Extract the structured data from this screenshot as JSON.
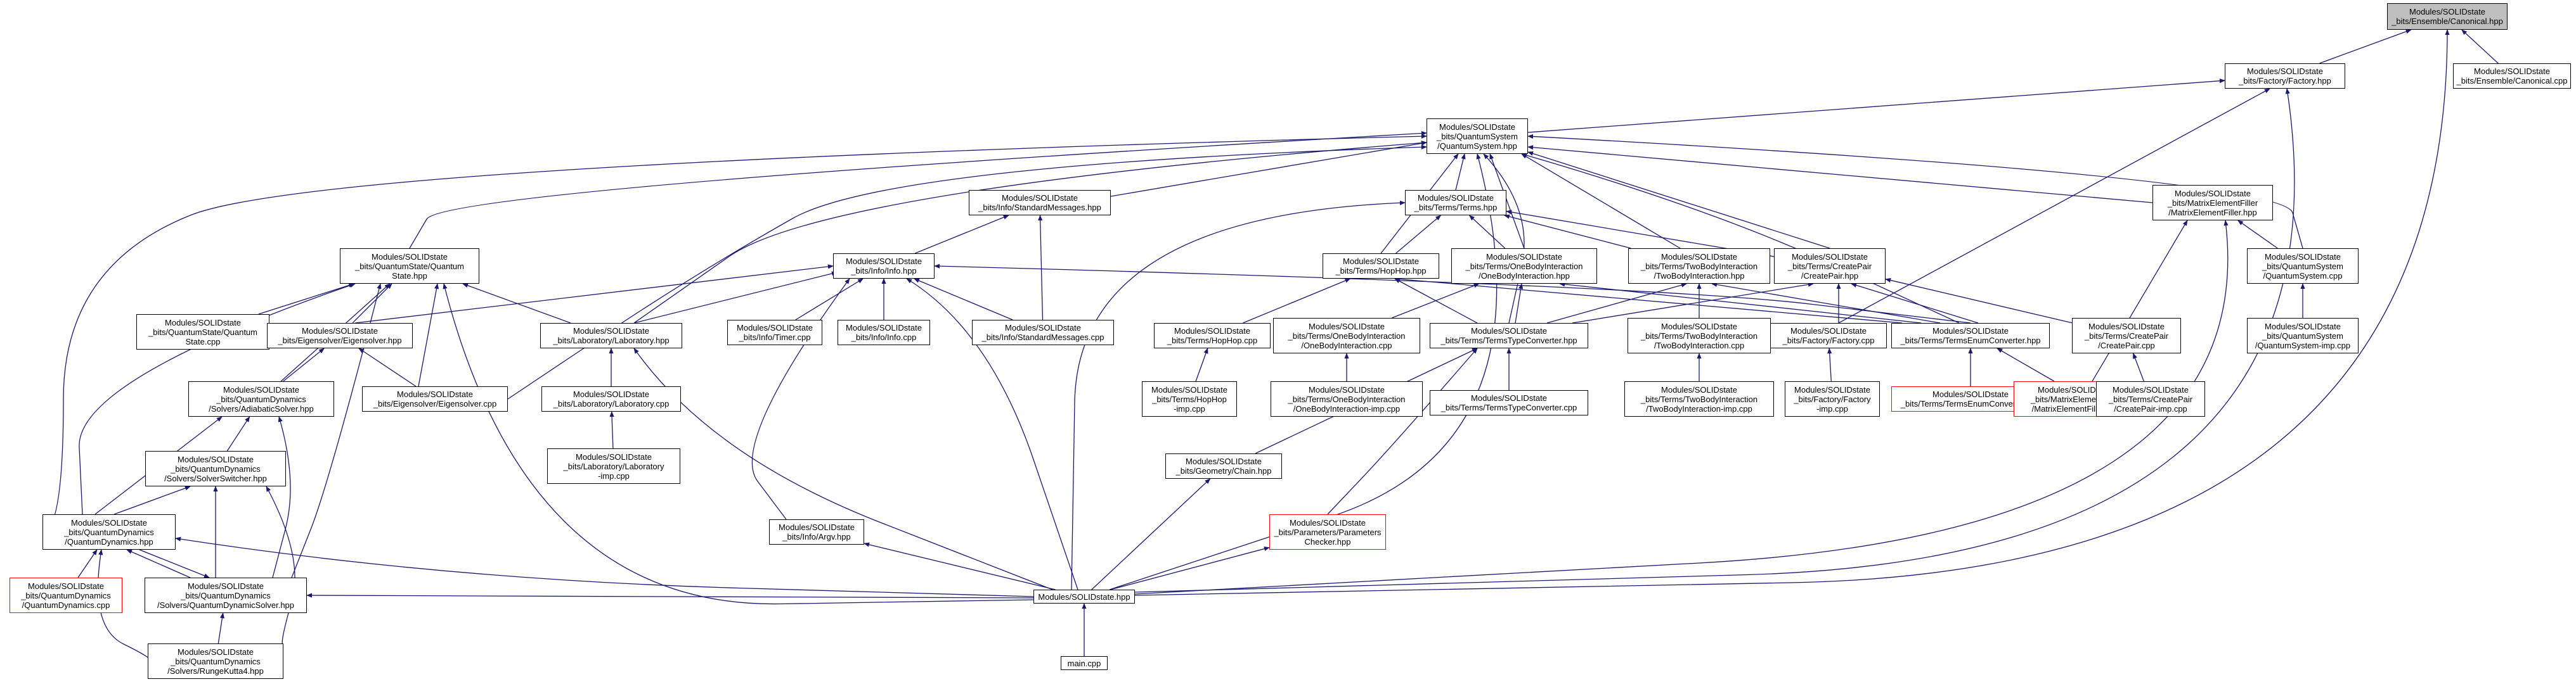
{
  "graph": {
    "edge_color": "#191970",
    "root_fill": "#bfbfbf",
    "missing_border_color": "#ff0000",
    "nodes": [
      {
        "id": "canonical_hpp",
        "label": "Modules/SOLIDstate\n_bits/Ensemble/Canonical.hpp",
        "style": "root"
      },
      {
        "id": "factory_hpp",
        "label": "Modules/SOLIDstate\n_bits/Factory/Factory.hpp",
        "style": "normal"
      },
      {
        "id": "canonical_cpp",
        "label": "Modules/SOLIDstate\n_bits/Ensemble/Canonical.cpp",
        "style": "normal"
      },
      {
        "id": "qsystem_hpp",
        "label": "Modules/SOLIDstate\n_bits/QuantumSystem\n/QuantumSystem.hpp",
        "style": "normal"
      },
      {
        "id": "stdmsg_hpp",
        "label": "Modules/SOLIDstate\n_bits/Info/StandardMessages.hpp",
        "style": "normal"
      },
      {
        "id": "terms_hpp",
        "label": "Modules/SOLIDstate\n_bits/Terms/Terms.hpp",
        "style": "normal"
      },
      {
        "id": "mef_hpp",
        "label": "Modules/SOLIDstate\n_bits/MatrixElementFiller\n/MatrixElementFiller.hpp",
        "style": "normal"
      },
      {
        "id": "qstate_hpp",
        "label": "Modules/SOLIDstate\n_bits/QuantumState/Quantum\nState.hpp",
        "style": "normal"
      },
      {
        "id": "info_hpp",
        "label": "Modules/SOLIDstate\n_bits/Info/Info.hpp",
        "style": "normal"
      },
      {
        "id": "hophop_hpp",
        "label": "Modules/SOLIDstate\n_bits/Terms/HopHop.hpp",
        "style": "normal"
      },
      {
        "id": "obi_hpp",
        "label": "Modules/SOLIDstate\n_bits/Terms/OneBodyInteraction\n/OneBodyInteraction.hpp",
        "style": "normal"
      },
      {
        "id": "tbi_hpp",
        "label": "Modules/SOLIDstate\n_bits/Terms/TwoBodyInteraction\n/TwoBodyInteraction.hpp",
        "style": "normal"
      },
      {
        "id": "createpair_hpp",
        "label": "Modules/SOLIDstate\n_bits/Terms/CreatePair\n/CreatePair.hpp",
        "style": "normal"
      },
      {
        "id": "qsystem_cpp",
        "label": "Modules/SOLIDstate\n_bits/QuantumSystem\n/QuantumSystem.cpp",
        "style": "normal"
      },
      {
        "id": "qstate_cpp",
        "label": "Modules/SOLIDstate\n_bits/QuantumState/Quantum\nState.cpp",
        "style": "normal"
      },
      {
        "id": "eigensolver_hpp",
        "label": "Modules/SOLIDstate\n_bits/Eigensolver/Eigensolver.hpp",
        "style": "normal"
      },
      {
        "id": "laboratory_hpp",
        "label": "Modules/SOLIDstate\n_bits/Laboratory/Laboratory.hpp",
        "style": "normal"
      },
      {
        "id": "timer_cpp",
        "label": "Modules/SOLIDstate\n_bits/Info/Timer.cpp",
        "style": "normal"
      },
      {
        "id": "info_cpp",
        "label": "Modules/SOLIDstate\n_bits/Info/Info.cpp",
        "style": "normal"
      },
      {
        "id": "stdmsg_cpp",
        "label": "Modules/SOLIDstate\n_bits/Info/StandardMessages.cpp",
        "style": "normal"
      },
      {
        "id": "hophop_cpp",
        "label": "Modules/SOLIDstate\n_bits/Terms/HopHop.cpp",
        "style": "normal"
      },
      {
        "id": "obi_cpp",
        "label": "Modules/SOLIDstate\n_bits/Terms/OneBodyInteraction\n/OneBodyInteraction.cpp",
        "style": "normal"
      },
      {
        "id": "ttc_hpp",
        "label": "Modules/SOLIDstate\n_bits/Terms/TermsTypeConverter.hpp",
        "style": "normal"
      },
      {
        "id": "tbi_cpp",
        "label": "Modules/SOLIDstate\n_bits/Terms/TwoBodyInteraction\n/TwoBodyInteraction.cpp",
        "style": "normal"
      },
      {
        "id": "factory_cpp",
        "label": "Modules/SOLIDstate\n_bits/Factory/Factory.cpp",
        "style": "normal"
      },
      {
        "id": "tec_hpp",
        "label": "Modules/SOLIDstate\n_bits/Terms/TermsEnumConverter.hpp",
        "style": "normal"
      },
      {
        "id": "createpair_cpp",
        "label": "Modules/SOLIDstate\n_bits/Terms/CreatePair\n/CreatePair.cpp",
        "style": "normal"
      },
      {
        "id": "qsystem_imp",
        "label": "Modules/SOLIDstate\n_bits/QuantumSystem\n/QuantumSystem-imp.cpp",
        "style": "normal"
      },
      {
        "id": "adiabatic_hpp",
        "label": "Modules/SOLIDstate\n_bits/QuantumDynamics\n/Solvers/AdiabaticSolver.hpp",
        "style": "normal"
      },
      {
        "id": "eigensolver_cpp",
        "label": "Modules/SOLIDstate\n_bits/Eigensolver/Eigensolver.cpp",
        "style": "normal"
      },
      {
        "id": "laboratory_cpp",
        "label": "Modules/SOLIDstate\n_bits/Laboratory/Laboratory.cpp",
        "style": "normal"
      },
      {
        "id": "hophop_imp",
        "label": "Modules/SOLIDstate\n_bits/Terms/HopHop\n-imp.cpp",
        "style": "normal"
      },
      {
        "id": "obi_imp",
        "label": "Modules/SOLIDstate\n_bits/Terms/OneBodyInteraction\n/OneBodyInteraction-imp.cpp",
        "style": "normal"
      },
      {
        "id": "ttc_cpp",
        "label": "Modules/SOLIDstate\n_bits/Terms/TermsTypeConverter.cpp",
        "style": "normal"
      },
      {
        "id": "tbi_imp",
        "label": "Modules/SOLIDstate\n_bits/Terms/TwoBodyInteraction\n/TwoBodyInteraction-imp.cpp",
        "style": "normal"
      },
      {
        "id": "factory_imp",
        "label": "Modules/SOLIDstate\n_bits/Factory/Factory\n-imp.cpp",
        "style": "normal"
      },
      {
        "id": "tec_cpp",
        "label": "Modules/SOLIDstate\n_bits/Terms/TermsEnumConverter.cpp",
        "style": "missing"
      },
      {
        "id": "mef_cpp",
        "label": "Modules/SOLIDstate\n_bits/MatrixElementFiller\n/MatrixElementFiller.cpp",
        "style": "missing"
      },
      {
        "id": "createpair_imp",
        "label": "Modules/SOLIDstate\n_bits/Terms/CreatePair\n/CreatePair-imp.cpp",
        "style": "normal"
      },
      {
        "id": "solverswitcher_hpp",
        "label": "Modules/SOLIDstate\n_bits/QuantumDynamics\n/Solvers/SolverSwitcher.hpp",
        "style": "normal"
      },
      {
        "id": "laboratory_imp",
        "label": "Modules/SOLIDstate\n_bits/Laboratory/Laboratory\n-imp.cpp",
        "style": "normal"
      },
      {
        "id": "chain_hpp",
        "label": "Modules/SOLIDstate\n_bits/Geometry/Chain.hpp",
        "style": "normal"
      },
      {
        "id": "qdynamics_hpp",
        "label": "Modules/SOLIDstate\n_bits/QuantumDynamics\n/QuantumDynamics.hpp",
        "style": "normal"
      },
      {
        "id": "argv_hpp",
        "label": "Modules/SOLIDstate\n_bits/Info/Argv.hpp",
        "style": "normal"
      },
      {
        "id": "paramchecker_hpp",
        "label": "Modules/SOLIDstate\n_bits/Parameters/Parameters\nChecker.hpp",
        "style": "missing"
      },
      {
        "id": "qdynamics_cpp",
        "label": "Modules/SOLIDstate\n_bits/QuantumDynamics\n/QuantumDynamics.cpp",
        "style": "missing"
      },
      {
        "id": "qdsolver_hpp",
        "label": "Modules/SOLIDstate\n_bits/QuantumDynamics\n/Solvers/QuantumDynamicSolver.hpp",
        "style": "normal"
      },
      {
        "id": "solidstate_hpp",
        "label": "Modules/SOLIDstate.hpp",
        "style": "normal"
      },
      {
        "id": "rk_hpp",
        "label": "Modules/SOLIDstate\n_bits/QuantumDynamics\n/Solvers/RungeKutta4.hpp",
        "style": "normal"
      },
      {
        "id": "main_cpp",
        "label": "main.cpp",
        "style": "normal"
      }
    ],
    "edges": [
      [
        "factory_hpp",
        "canonical_hpp"
      ],
      [
        "canonical_cpp",
        "canonical_hpp"
      ],
      [
        "solidstate_hpp",
        "canonical_hpp"
      ],
      [
        "qsystem_hpp",
        "factory_hpp"
      ],
      [
        "factory_cpp",
        "factory_hpp"
      ],
      [
        "solidstate_hpp",
        "factory_hpp"
      ],
      [
        "stdmsg_hpp",
        "qsystem_hpp"
      ],
      [
        "terms_hpp",
        "qsystem_hpp"
      ],
      [
        "mef_hpp",
        "qsystem_hpp"
      ],
      [
        "qstate_hpp",
        "qsystem_hpp"
      ],
      [
        "hophop_hpp",
        "qsystem_hpp"
      ],
      [
        "obi_hpp",
        "qsystem_hpp"
      ],
      [
        "tbi_hpp",
        "qsystem_hpp"
      ],
      [
        "createpair_hpp",
        "qsystem_hpp"
      ],
      [
        "qsystem_cpp",
        "qsystem_hpp"
      ],
      [
        "laboratory_hpp",
        "qsystem_hpp"
      ],
      [
        "eigensolver_cpp",
        "qsystem_hpp"
      ],
      [
        "qdynamics_hpp",
        "qsystem_hpp"
      ],
      [
        "solidstate_hpp",
        "qsystem_hpp"
      ],
      [
        "tec_hpp",
        "qsystem_hpp"
      ],
      [
        "ttc_hpp",
        "qsystem_hpp"
      ],
      [
        "info_hpp",
        "stdmsg_hpp"
      ],
      [
        "stdmsg_cpp",
        "stdmsg_hpp"
      ],
      [
        "hophop_hpp",
        "terms_hpp"
      ],
      [
        "obi_hpp",
        "terms_hpp"
      ],
      [
        "tbi_hpp",
        "terms_hpp"
      ],
      [
        "createpair_hpp",
        "terms_hpp"
      ],
      [
        "solidstate_hpp",
        "terms_hpp"
      ],
      [
        "qsystem_cpp",
        "mef_hpp"
      ],
      [
        "mef_cpp",
        "mef_hpp"
      ],
      [
        "solidstate_hpp",
        "mef_hpp"
      ],
      [
        "qstate_cpp",
        "qstate_hpp"
      ],
      [
        "eigensolver_hpp",
        "qstate_hpp"
      ],
      [
        "laboratory_hpp",
        "qstate_hpp"
      ],
      [
        "adiabatic_hpp",
        "qstate_hpp"
      ],
      [
        "eigensolver_cpp",
        "qstate_hpp"
      ],
      [
        "qdynamics_hpp",
        "qstate_hpp"
      ],
      [
        "qdsolver_hpp",
        "qstate_hpp"
      ],
      [
        "solidstate_hpp",
        "qstate_hpp"
      ],
      [
        "eigensolver_hpp",
        "info_hpp"
      ],
      [
        "laboratory_hpp",
        "info_hpp"
      ],
      [
        "timer_cpp",
        "info_hpp"
      ],
      [
        "info_cpp",
        "info_hpp"
      ],
      [
        "stdmsg_cpp",
        "info_hpp"
      ],
      [
        "argv_hpp",
        "info_hpp"
      ],
      [
        "solidstate_hpp",
        "info_hpp"
      ],
      [
        "tec_hpp",
        "info_hpp"
      ],
      [
        "hophop_cpp",
        "hophop_hpp"
      ],
      [
        "ttc_hpp",
        "hophop_hpp"
      ],
      [
        "tec_hpp",
        "hophop_hpp"
      ],
      [
        "obi_cpp",
        "obi_hpp"
      ],
      [
        "ttc_hpp",
        "obi_hpp"
      ],
      [
        "tec_hpp",
        "obi_hpp"
      ],
      [
        "tbi_cpp",
        "tbi_hpp"
      ],
      [
        "ttc_hpp",
        "tbi_hpp"
      ],
      [
        "tec_hpp",
        "tbi_hpp"
      ],
      [
        "createpair_cpp",
        "createpair_hpp"
      ],
      [
        "ttc_hpp",
        "createpair_hpp"
      ],
      [
        "tec_hpp",
        "createpair_hpp"
      ],
      [
        "factory_cpp",
        "createpair_hpp"
      ],
      [
        "qsystem_imp",
        "qsystem_cpp"
      ],
      [
        "adiabatic_hpp",
        "eigensolver_hpp"
      ],
      [
        "eigensolver_cpp",
        "eigensolver_hpp"
      ],
      [
        "laboratory_cpp",
        "laboratory_hpp"
      ],
      [
        "solidstate_hpp",
        "laboratory_hpp"
      ],
      [
        "hophop_imp",
        "hophop_cpp"
      ],
      [
        "obi_imp",
        "obi_cpp"
      ],
      [
        "ttc_cpp",
        "ttc_hpp"
      ],
      [
        "chain_hpp",
        "ttc_hpp"
      ],
      [
        "paramchecker_hpp",
        "ttc_hpp"
      ],
      [
        "tbi_imp",
        "tbi_cpp"
      ],
      [
        "factory_imp",
        "factory_cpp"
      ],
      [
        "tec_cpp",
        "tec_hpp"
      ],
      [
        "mef_cpp",
        "tec_hpp"
      ],
      [
        "createpair_imp",
        "createpair_cpp"
      ],
      [
        "solverswitcher_hpp",
        "adiabatic_hpp"
      ],
      [
        "qdynamics_hpp",
        "adiabatic_hpp"
      ],
      [
        "qdsolver_hpp",
        "adiabatic_hpp"
      ],
      [
        "laboratory_imp",
        "laboratory_cpp"
      ],
      [
        "qdynamics_hpp",
        "solverswitcher_hpp"
      ],
      [
        "qdsolver_hpp",
        "solverswitcher_hpp"
      ],
      [
        "rk_hpp",
        "solverswitcher_hpp"
      ],
      [
        "solidstate_hpp",
        "chain_hpp"
      ],
      [
        "qdynamics_cpp",
        "qdynamics_hpp"
      ],
      [
        "qdsolver_hpp",
        "qdynamics_hpp"
      ],
      [
        "rk_hpp",
        "qdynamics_hpp"
      ],
      [
        "solidstate_hpp",
        "qdynamics_hpp"
      ],
      [
        "qdynamics_hpp",
        "qdsolver_hpp"
      ],
      [
        "solidstate_hpp",
        "argv_hpp"
      ],
      [
        "solidstate_hpp",
        "paramchecker_hpp"
      ],
      [
        "solidstate_hpp",
        "qdsolver_hpp"
      ],
      [
        "rk_hpp",
        "qdsolver_hpp"
      ],
      [
        "main_cpp",
        "solidstate_hpp"
      ]
    ]
  }
}
